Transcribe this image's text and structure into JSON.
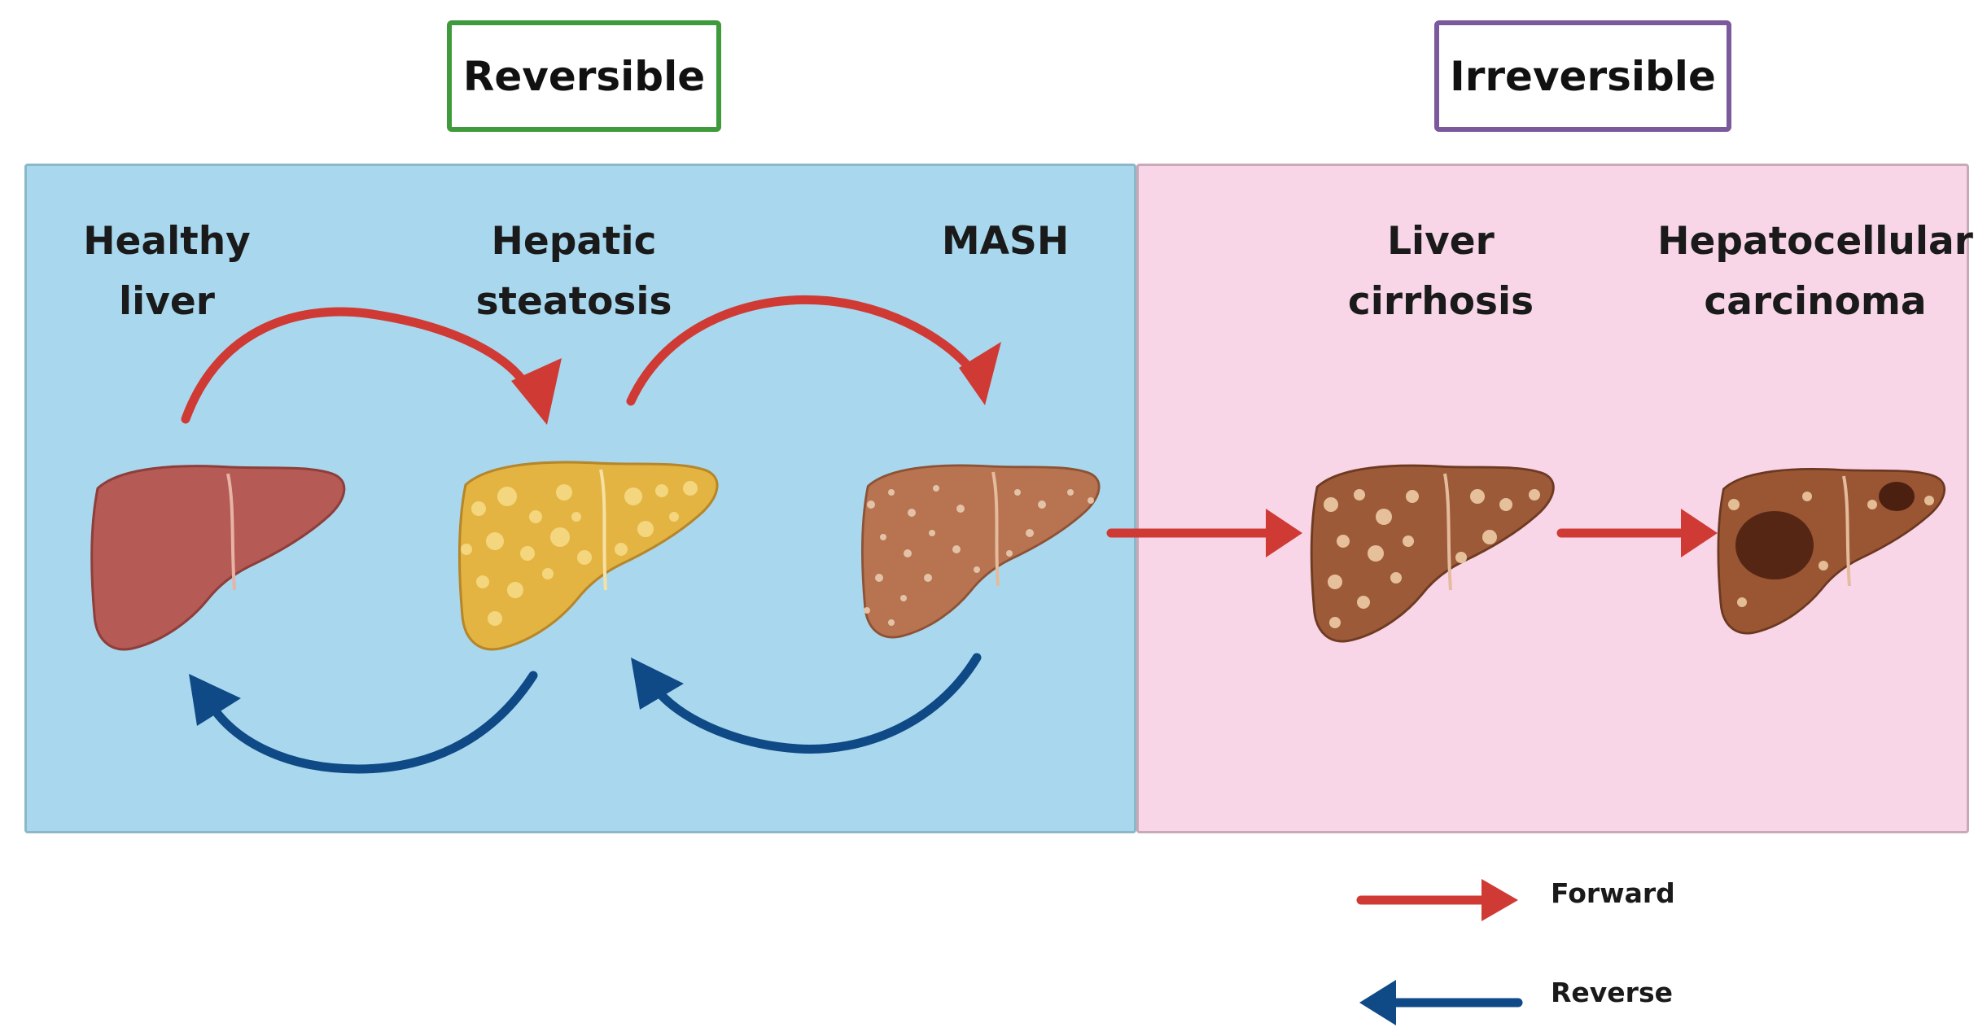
{
  "headers": {
    "reversible": "Reversible",
    "irreversible": "Irreversible"
  },
  "stages": [
    {
      "id": "healthy",
      "label": "Healthy\nliver"
    },
    {
      "id": "steatosis",
      "label": "Hepatic\nsteatosis"
    },
    {
      "id": "mash",
      "label": "MASH"
    },
    {
      "id": "cirrhosis",
      "label": "Liver\ncirrhosis"
    },
    {
      "id": "hcc",
      "label": "Hepatocellular\ncarcinoma"
    }
  ],
  "legend": {
    "forward": "Forward",
    "reverse": "Reverse"
  },
  "colors": {
    "reversible_bg": "#a9d8ee",
    "irreversible_bg": "#f8d6e8",
    "reversible_border": "#3f9a3c",
    "irreversible_border": "#7b5a9c",
    "forward_arrow": "#d03a34",
    "reverse_arrow": "#0f4a86"
  }
}
